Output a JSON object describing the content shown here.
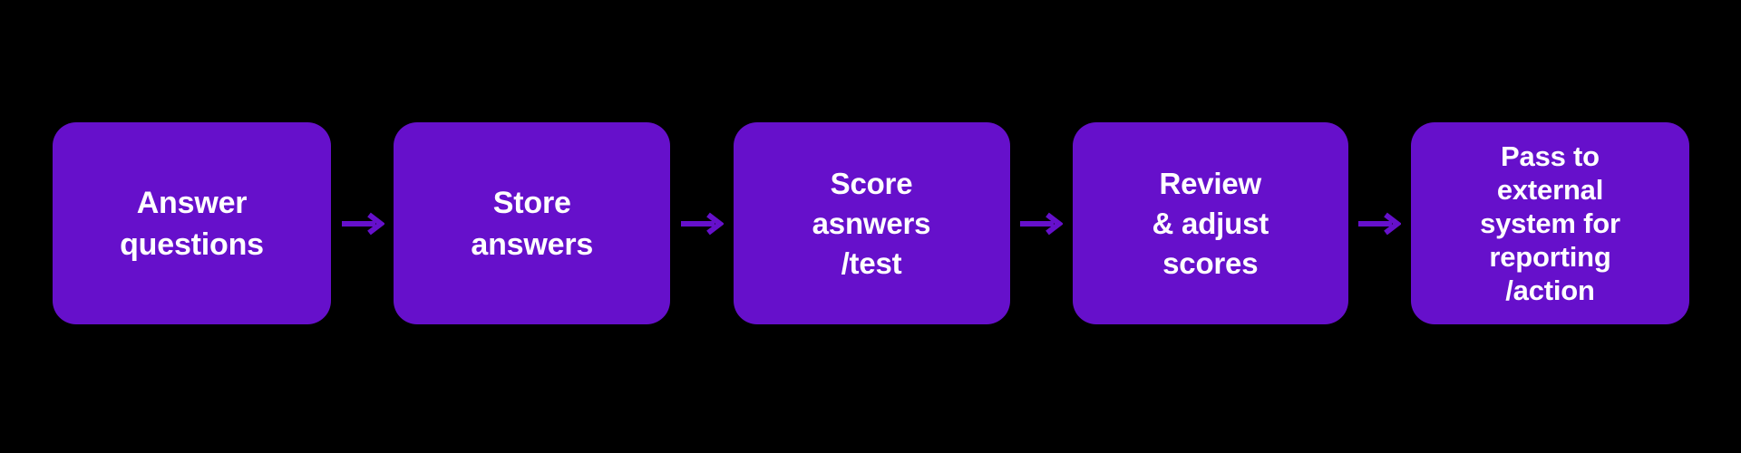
{
  "diagram": {
    "type": "horizontal-flowchart",
    "background_color": "#000000",
    "box_color": "#6610CB",
    "box_text_color": "#FFFFFF",
    "arrow_color": "#6610CB",
    "steps": [
      {
        "id": "answer-questions",
        "label": "Answer\nquestions"
      },
      {
        "id": "store-answers",
        "label": "Store\nanswers"
      },
      {
        "id": "score-answers-test",
        "label": "Score\nasnwers\n/test"
      },
      {
        "id": "review-adjust-scores",
        "label": "Review\n& adjust\nscores"
      },
      {
        "id": "pass-to-external-system",
        "label": "Pass to\nexternal\nsystem for\nreporting\n/action"
      }
    ],
    "connectors": [
      {
        "id": "arrow-1",
        "icon": "arrow-right-icon",
        "from": "answer-questions",
        "to": "store-answers"
      },
      {
        "id": "arrow-2",
        "icon": "arrow-right-icon",
        "from": "store-answers",
        "to": "score-answers-test"
      },
      {
        "id": "arrow-3",
        "icon": "arrow-right-icon",
        "from": "score-answers-test",
        "to": "review-adjust-scores"
      },
      {
        "id": "arrow-4",
        "icon": "arrow-right-icon",
        "from": "review-adjust-scores",
        "to": "pass-to-external-system"
      }
    ]
  }
}
